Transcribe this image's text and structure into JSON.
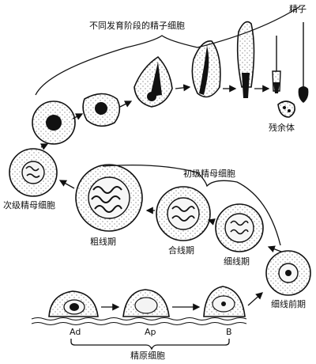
{
  "labels": {
    "spermatids_group": "不同发育阶段的精子细胞",
    "sperm": "精子",
    "residual_body": "残余体",
    "secondary_spermatocyte": "次级精母细胞",
    "primary_spermatocyte": "初级精母细胞",
    "pachytene": "粗线期",
    "zygotene": "合线期",
    "leptotene": "细线期",
    "preleptotene": "细线前期",
    "spermatogonia": "精原细胞",
    "ad": "Ad",
    "ap": "Ap",
    "b": "B"
  }
}
